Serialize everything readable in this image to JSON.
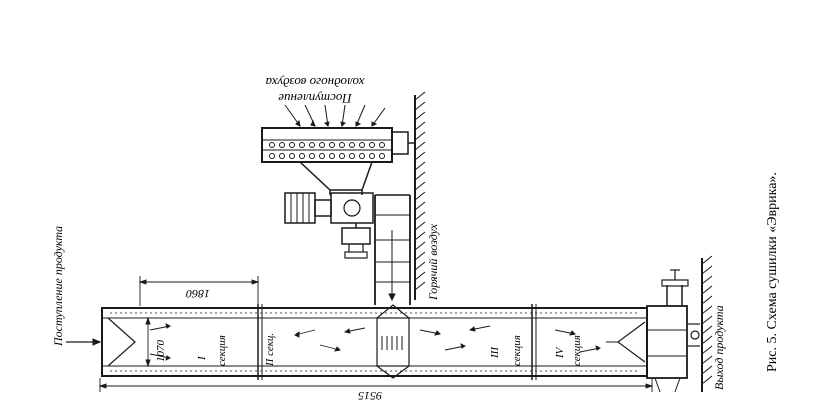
{
  "figure": {
    "caption": "Рис. 5. Схема сушилки «Эврика».",
    "labels": {
      "cold_air": "Поступление холодного воздуха",
      "cold_air_line1": "Поступление",
      "cold_air_line2": "холодного воздуха",
      "hot_air": "Горячий воздух",
      "product_in": "Поступление продукта",
      "product_out": "Выход продукта",
      "section_1": "I секция",
      "section_1_num": "I",
      "section_1_word": "секция",
      "section_2": "II секц.",
      "section_3": "III секция",
      "section_3_num": "III",
      "section_3_word": "секция",
      "section_4": "IV секция",
      "section_4_num": "IV",
      "section_4_word": "секция"
    },
    "dimensions": {
      "total_length": "9515",
      "section_length": "1860",
      "width": "1070"
    },
    "colors": {
      "ink": "#1a1a1a",
      "paper": "#ffffff"
    }
  }
}
